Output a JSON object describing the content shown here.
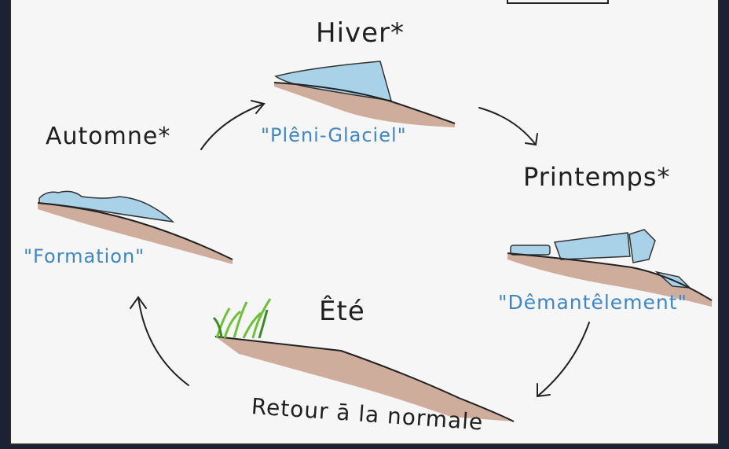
{
  "cycle": {
    "stages": [
      {
        "season": "Hiver*",
        "phase": "\"Plêni-Glaciel\""
      },
      {
        "season": "Printemps*",
        "phase": "\"Dêmantêlement\""
      },
      {
        "season": "Êté",
        "phase": "Retour ā la normale"
      },
      {
        "season": "Automne*",
        "phase": "\"Formation\""
      }
    ]
  },
  "colors": {
    "ice": "#a9d2e8",
    "soil": "#c8a08c",
    "grass": "#6fbf3a",
    "ink": "#1f1f1f",
    "label_blue": "#3f86c4"
  }
}
